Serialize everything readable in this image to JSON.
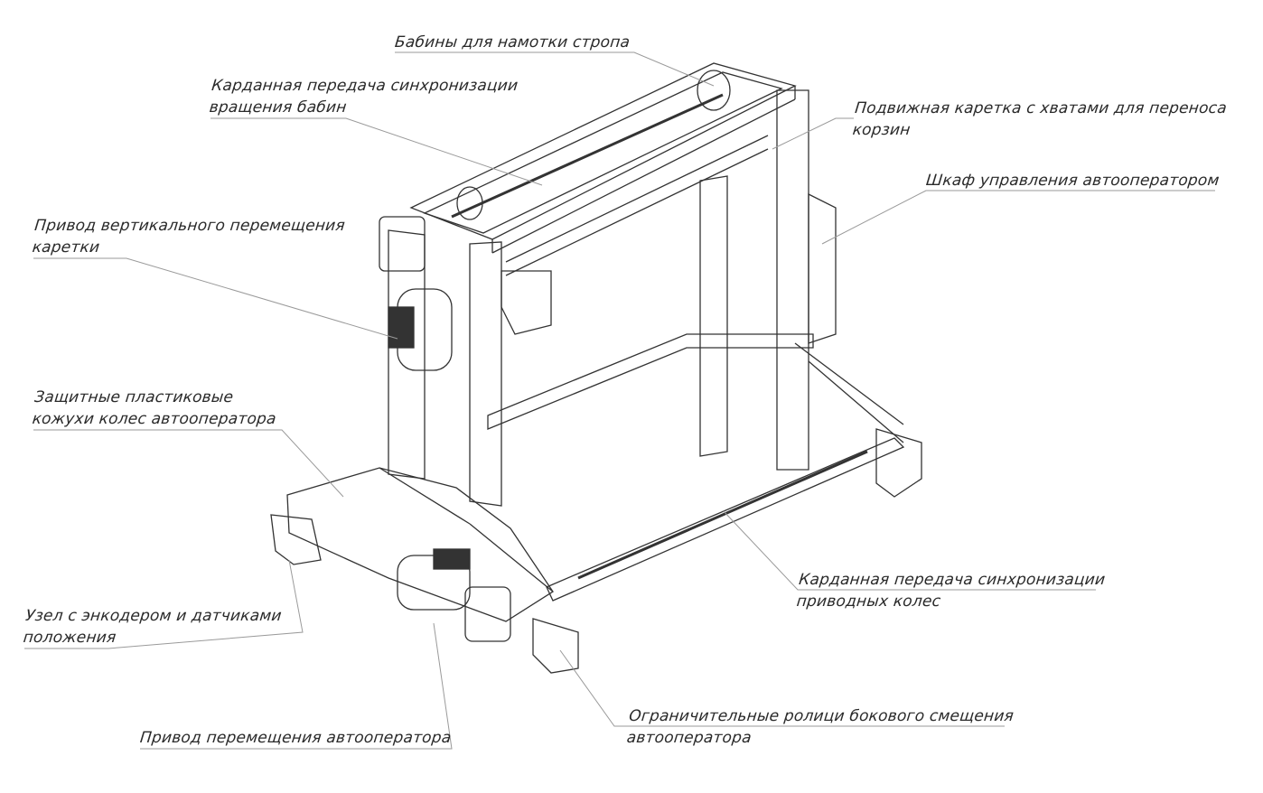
{
  "labels": {
    "bobbins": {
      "lines": [
        "Бабины для намотки стропа"
      ]
    },
    "cardan_bobbins": {
      "lines": [
        "Карданная передача синхронизации",
        "вращения бабин"
      ]
    },
    "carriage": {
      "lines": [
        "Подвижная каретка с хватами для переноса",
        "корзин"
      ]
    },
    "cabinet": {
      "lines": [
        "Шкаф управления автооператором"
      ]
    },
    "vertical_drive": {
      "lines": [
        "Привод вертикального перемещения",
        "каретки"
      ]
    },
    "wheel_covers": {
      "lines": [
        "Защитные пластиковые",
        "кожухи колес автооператора"
      ]
    },
    "encoder": {
      "lines": [
        "Узел с энкодером и датчиками",
        "положения"
      ]
    },
    "travel_drive": {
      "lines": [
        "Привод перемещения автооператора"
      ]
    },
    "cardan_wheels": {
      "lines": [
        "Карданная передача синхронизации",
        "приводных колес"
      ]
    },
    "rollers": {
      "lines": [
        "Ограничительные ролици бокового смещения",
        "автооператора"
      ]
    }
  },
  "colors": {
    "line": "#333333",
    "leader": "#9a9a9a",
    "text": "#2a2a2a"
  }
}
